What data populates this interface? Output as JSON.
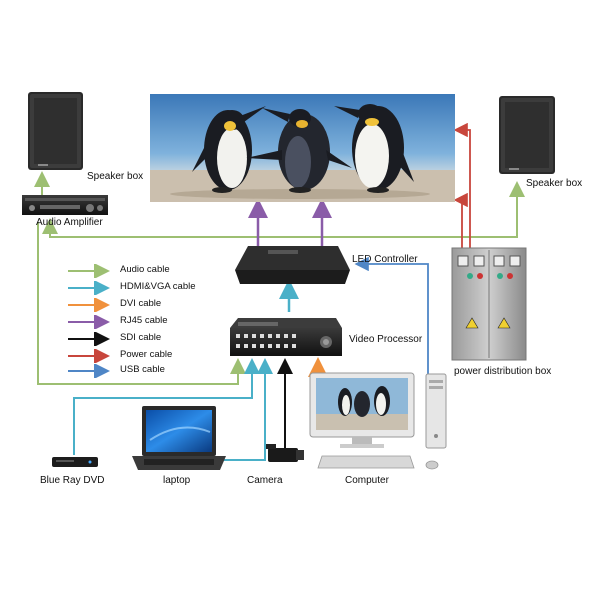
{
  "labels": {
    "speaker_left": "Speaker box",
    "speaker_right": "Speaker box",
    "audio_amplifier": "Audio Amplifier",
    "led_controller": "LED Controller",
    "video_processor": "Video Processor",
    "power_box": "power distribution box",
    "blue_ray": "Blue Ray DVD",
    "laptop": "laptop",
    "camera": "Camera",
    "computer": "Computer"
  },
  "legend": [
    {
      "label": "Audio  cable",
      "color": "#9dbf72"
    },
    {
      "label": "HDMI&VGA cable",
      "color": "#4ab0c8"
    },
    {
      "label": "DVI  cable",
      "color": "#f0913c"
    },
    {
      "label": "RJ45 cable",
      "color": "#8a5ca8"
    },
    {
      "label": "SDI cable",
      "color": "#111111"
    },
    {
      "label": "Power cable",
      "color": "#c8463c"
    },
    {
      "label": "USB cable",
      "color": "#4f86c6"
    }
  ],
  "icons": [
    "speaker-icon",
    "amplifier-icon",
    "led-screen-icon",
    "led-controller-icon",
    "video-processor-icon",
    "power-cabinet-icon",
    "dvd-player-icon",
    "laptop-icon",
    "camera-icon",
    "computer-icon"
  ]
}
